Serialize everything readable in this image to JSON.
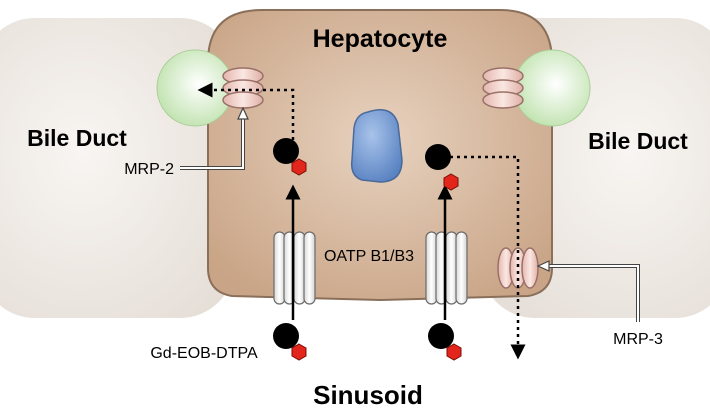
{
  "diagram": {
    "cell_label": "Hepatocyte",
    "bile_duct_left_label": "Bile Duct",
    "bile_duct_right_label": "Bile Duct",
    "sinusoid_label": "Sinusoid",
    "transporter_mrp2_label": "MRP-2",
    "transporter_mrp3_label": "MRP-3",
    "transporter_oatp_label": "OATP B1/B3",
    "contrast_agent_label": "Gd-EOB-DTPA"
  },
  "colors": {
    "cell_fill": "#d4b59c",
    "cell_stroke": "#8a6f5a",
    "bile_duct_fill": "#f0ebe6",
    "canaliculus_fill": "#d6efcb",
    "transporter_fill": "#f1d3cc",
    "transporter_stroke": "#9a7068",
    "nucleus_fill": "#7fa3d6",
    "agent_black": "#000000",
    "agent_red": "#e3261b"
  },
  "icons": {
    "molecule": "molecule-icon",
    "nucleus": "nucleus-icon",
    "transporter": "transporter-icon"
  }
}
